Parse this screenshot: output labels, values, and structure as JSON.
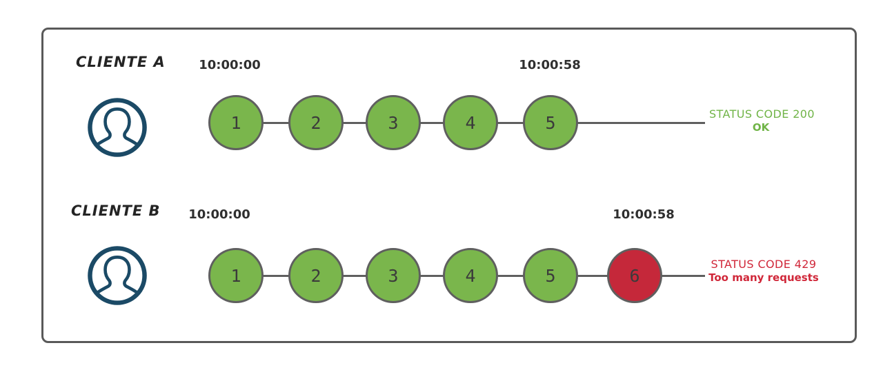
{
  "colors": {
    "green": "#7ab64c",
    "red": "#c5283a",
    "navy": "#1b4a66",
    "line": "#5f5f5f",
    "border": "#595959",
    "text-dark": "#2f2f2f",
    "green-text": "#70b447",
    "red-text": "#d02739"
  },
  "icons": {
    "avatar": "user-circle-icon"
  },
  "rows": [
    {
      "client_label": "CLIENTE A",
      "start_time": "10:00:00",
      "end_time": "10:00:58",
      "requests": [
        {
          "label": "1"
        },
        {
          "label": "2"
        },
        {
          "label": "3"
        },
        {
          "label": "4"
        },
        {
          "label": "5"
        }
      ],
      "status": {
        "code_line": "STATUS CODE 200",
        "message": "OK"
      }
    },
    {
      "client_label": "CLIENTE B",
      "start_time": "10:00:00",
      "end_time": "10:00:58",
      "requests": [
        {
          "label": "1"
        },
        {
          "label": "2"
        },
        {
          "label": "3"
        },
        {
          "label": "4"
        },
        {
          "label": "5"
        },
        {
          "label": "6"
        }
      ],
      "status": {
        "code_line": "STATUS CODE 429",
        "message": "Too many requests"
      }
    }
  ]
}
